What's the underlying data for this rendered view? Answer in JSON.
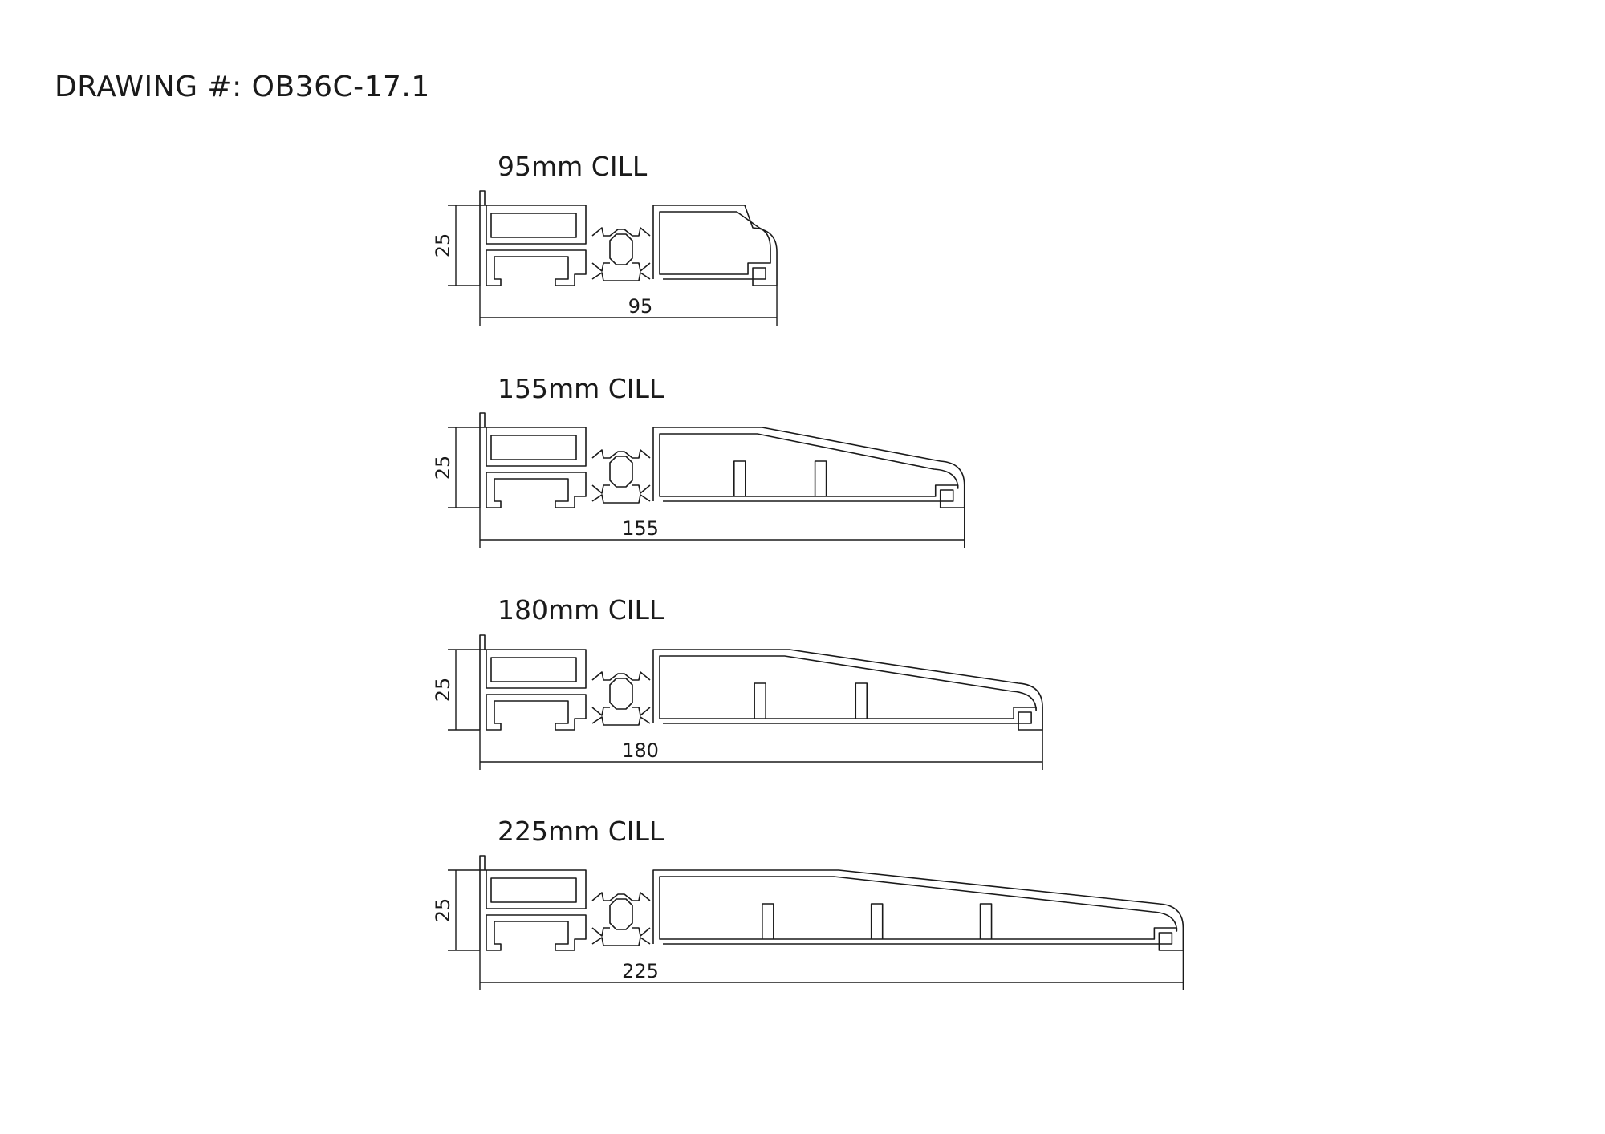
{
  "drawing": {
    "title": "DRAWING #: OB36C-17.1"
  },
  "sections": [
    {
      "label": "95mm CILL",
      "width_value": "95",
      "height_value": "25",
      "width_mm": 95
    },
    {
      "label": "155mm CILL",
      "width_value": "155",
      "height_value": "25",
      "width_mm": 155
    },
    {
      "label": "180mm CILL",
      "width_value": "180",
      "height_value": "25",
      "width_mm": 180
    },
    {
      "label": "225mm CILL",
      "width_value": "225",
      "height_value": "25",
      "width_mm": 225
    }
  ],
  "colors": {
    "line": "#1a1a1a",
    "background": "#ffffff"
  }
}
